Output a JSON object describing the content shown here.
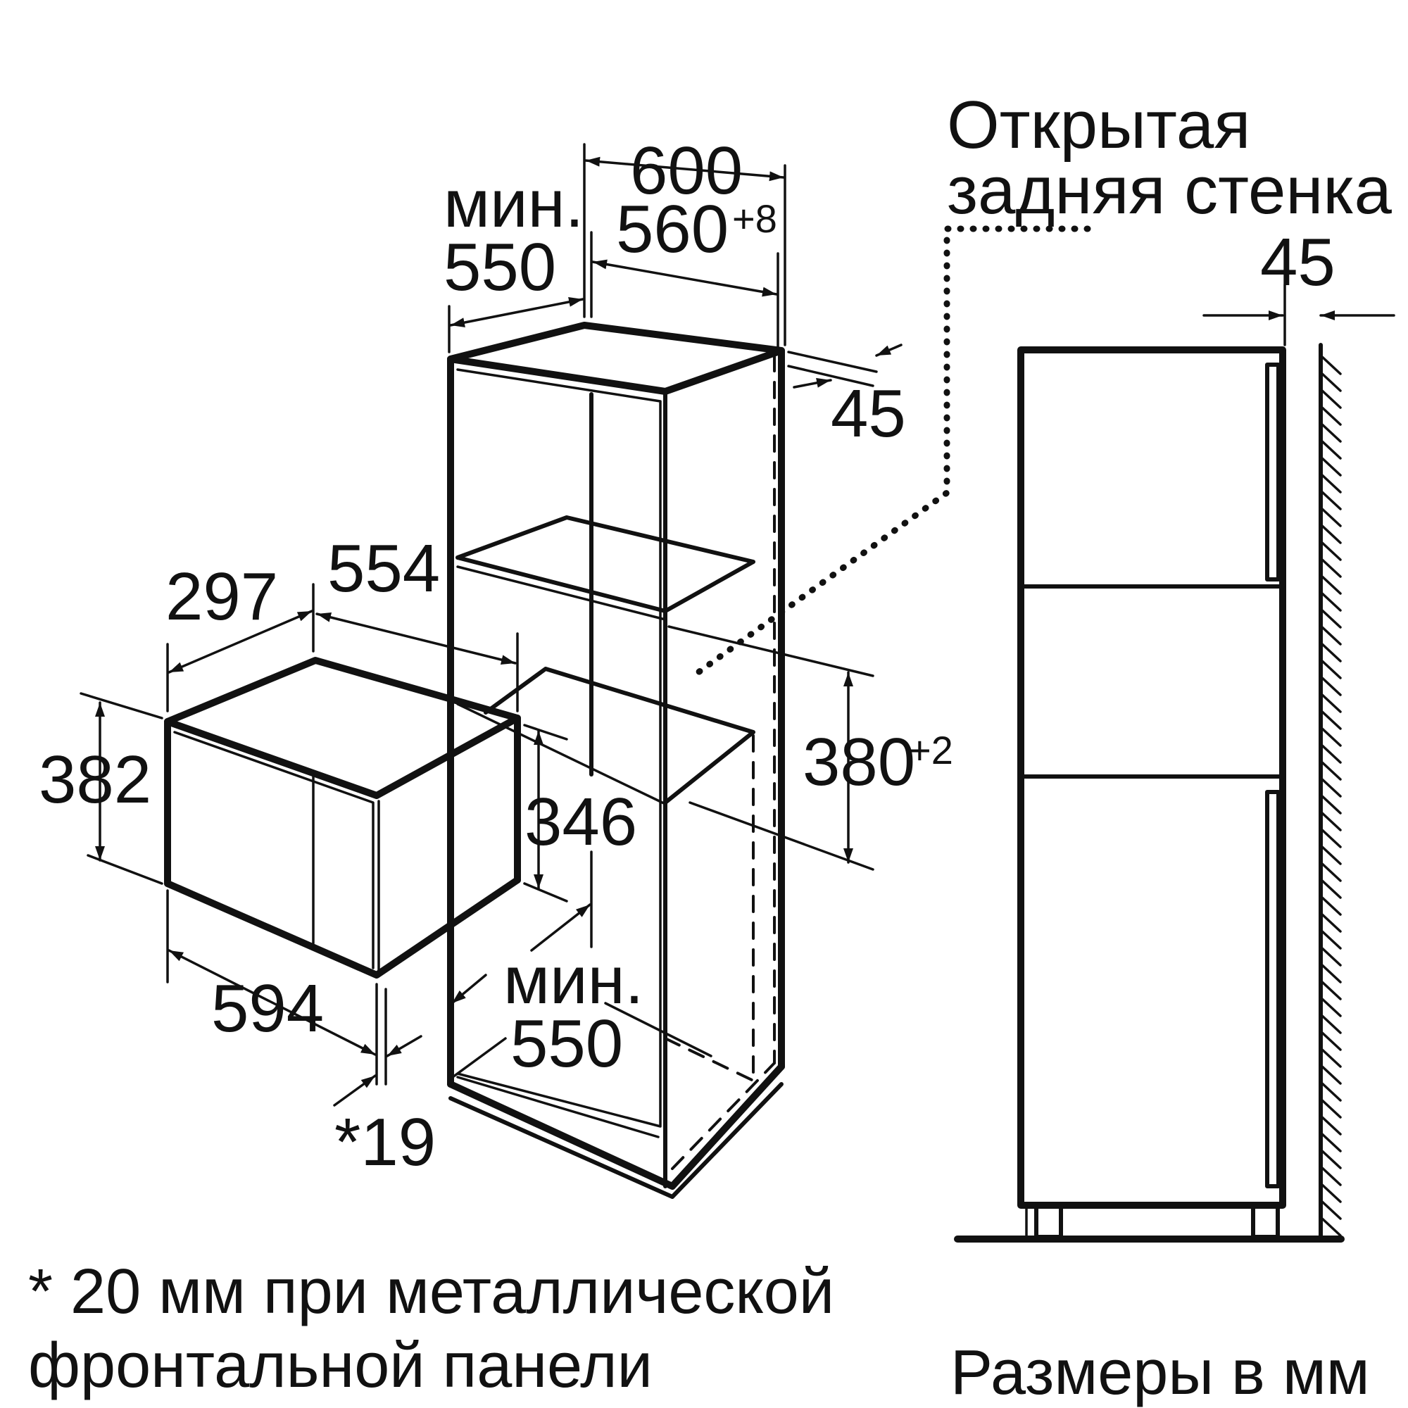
{
  "labels": {
    "open_back_wall_line1": "Открытая",
    "open_back_wall_line2": "задняя стенка",
    "dim_600": "600",
    "min_top": "мин.",
    "dim_550_top": "550",
    "dim_560": "560",
    "dim_560_tol": "+8",
    "dim_45_gap": "45",
    "dim_45_wall": "45",
    "dim_297": "297",
    "dim_554": "554",
    "dim_382": "382",
    "dim_346": "346",
    "dim_380": "380",
    "dim_380_tol": "+2",
    "dim_594": "594",
    "min_bottom": "мин.",
    "dim_550_bottom": "550",
    "dim_19": "*19",
    "footnote_line1": "* 20 мм при металлической",
    "footnote_line2": "фронтальной панели",
    "units": "Размеры в мм"
  },
  "colors": {
    "line": "#111111",
    "background": "#ffffff"
  }
}
